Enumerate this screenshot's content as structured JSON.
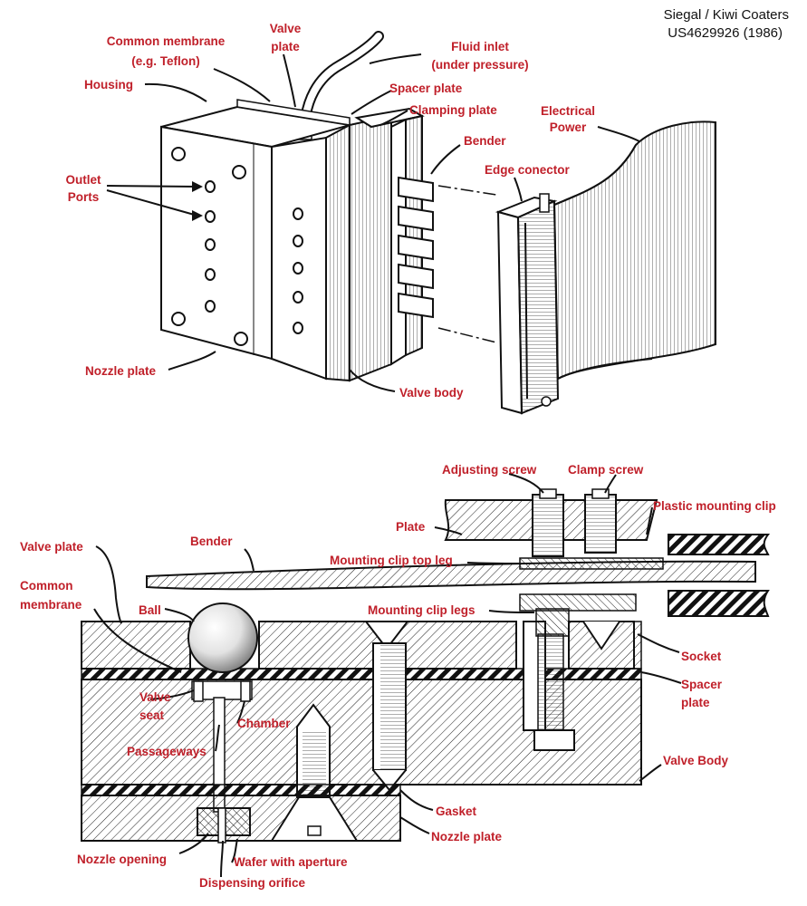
{
  "credit": {
    "line1": "Siegal / Kiwi Coaters",
    "line2": "US4629926 (1986)"
  },
  "colors": {
    "label": "#c0202a",
    "ink": "#111111",
    "hatch": "#222222",
    "background": "#ffffff"
  },
  "top_figure": {
    "labels": {
      "common_membrane_1": "Common membrane",
      "common_membrane_2": "(e.g. Teflon)",
      "valve_plate_1": "Valve",
      "valve_plate_2": "plate",
      "fluid_inlet_1": "Fluid inlet",
      "fluid_inlet_2": "(under pressure)",
      "housing": "Housing",
      "spacer_plate": "Spacer plate",
      "clamping_plate": "Clamping plate",
      "electrical_power_1": "Electrical",
      "electrical_power_2": "Power",
      "bender": "Bender",
      "outlet_ports_1": "Outlet",
      "outlet_ports_2": "Ports",
      "edge_connector": "Edge conector",
      "nozzle_plate": "Nozzle plate",
      "valve_body": "Valve body"
    }
  },
  "bottom_figure": {
    "labels": {
      "adjusting_screw": "Adjusting screw",
      "clamp_screw": "Clamp screw",
      "plastic_mounting_clip": "Plastic mounting clip",
      "plate": "Plate",
      "valve_plate": "Valve plate",
      "bender": "Bender",
      "mounting_clip_top_leg": "Mounting clip top leg",
      "common_membrane_1": "Common",
      "common_membrane_2": "membrane",
      "ball": "Ball",
      "mounting_clip_legs": "Mounting clip legs",
      "socket": "Socket",
      "spacer_plate_1": "Spacer",
      "spacer_plate_2": "plate",
      "valve_seat_1": "Valve",
      "valve_seat_2": "seat",
      "chamber": "Chamber",
      "passageways": "Passageways",
      "valve_body": "Valve Body",
      "gasket": "Gasket",
      "nozzle_plate": "Nozzle plate",
      "nozzle_opening": "Nozzle opening",
      "wafer_with_aperture": "Wafer with aperture",
      "dispensing_orifice": "Dispensing orifice"
    }
  }
}
